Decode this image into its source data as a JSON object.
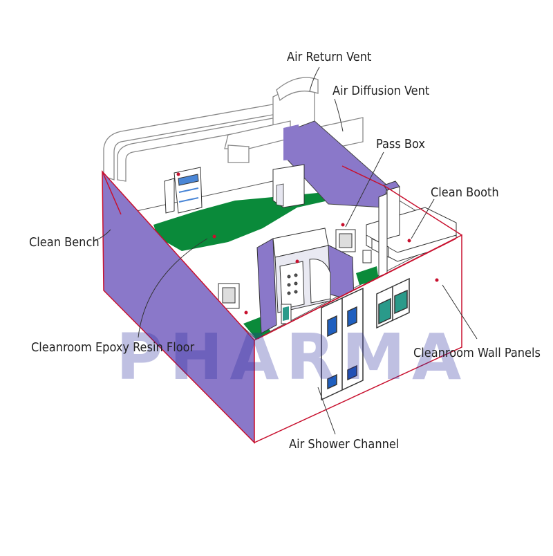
{
  "labels": {
    "air_return_vent": "Air Return Vent",
    "air_diffusion_vent": "Air Diffusion Vent",
    "pass_box": "Pass Box",
    "clean_booth": "Clean Booth",
    "clean_bench": "Clean Bench",
    "epoxy_floor": "Cleanroom Epoxy Resin Floor",
    "wall_panels": "Cleanroom Wall Panels",
    "air_shower": "Air Shower Channel"
  },
  "watermark": "PHARMA",
  "colors": {
    "wall_fill": "#8a78c9",
    "wall_edge": "#c8102e",
    "floor_green": "#0a8a3a",
    "door_window": "#1f5fbf",
    "watermark": "#2a2fa0",
    "line": "#333333"
  }
}
